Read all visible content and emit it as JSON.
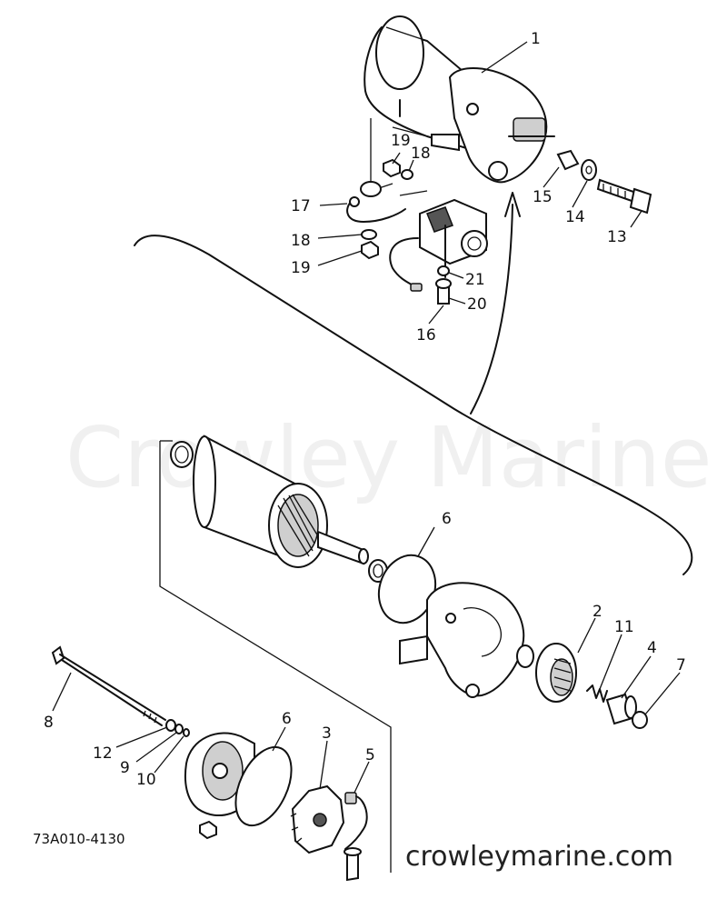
{
  "watermark": "Crowley Marine",
  "footer_url": "crowleymarine.com",
  "diagram_code": "73A010-4130",
  "callouts": [
    "1",
    "2",
    "3",
    "4",
    "5",
    "6",
    "6",
    "7",
    "8",
    "9",
    "10",
    "11",
    "12",
    "13",
    "14",
    "15",
    "16",
    "17",
    "18",
    "18",
    "19",
    "19",
    "20",
    "21"
  ]
}
